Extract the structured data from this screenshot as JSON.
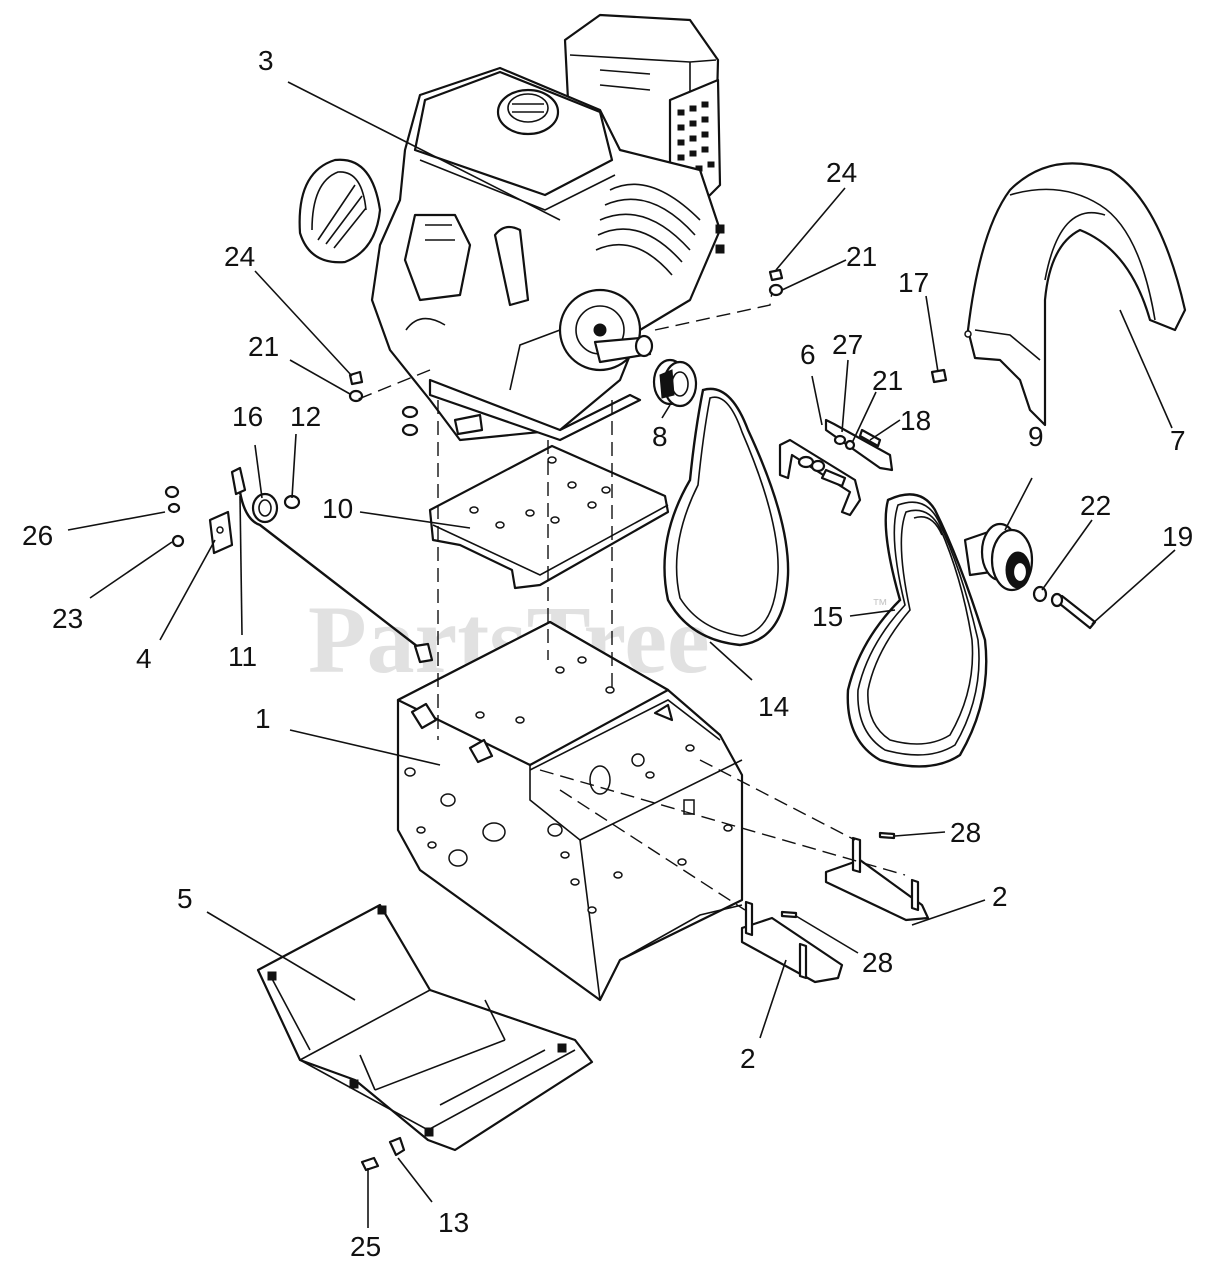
{
  "watermark": {
    "text": "PartsTree",
    "tm": "™"
  },
  "callouts": {
    "c1": "1",
    "c2a": "2",
    "c2b": "2",
    "c3": "3",
    "c4": "4",
    "c5": "5",
    "c6": "6",
    "c7": "7",
    "c8": "8",
    "c9": "9",
    "c10": "10",
    "c11": "11",
    "c12": "12",
    "c13": "13",
    "c14": "14",
    "c15": "15",
    "c16": "16",
    "c17": "17",
    "c18": "18",
    "c19": "19",
    "c21a": "21",
    "c21b": "21",
    "c21c": "21",
    "c22": "22",
    "c23": "23",
    "c24a": "24",
    "c24b": "24",
    "c25": "25",
    "c26": "26",
    "c27": "27",
    "c28a": "28",
    "c28b": "28"
  }
}
